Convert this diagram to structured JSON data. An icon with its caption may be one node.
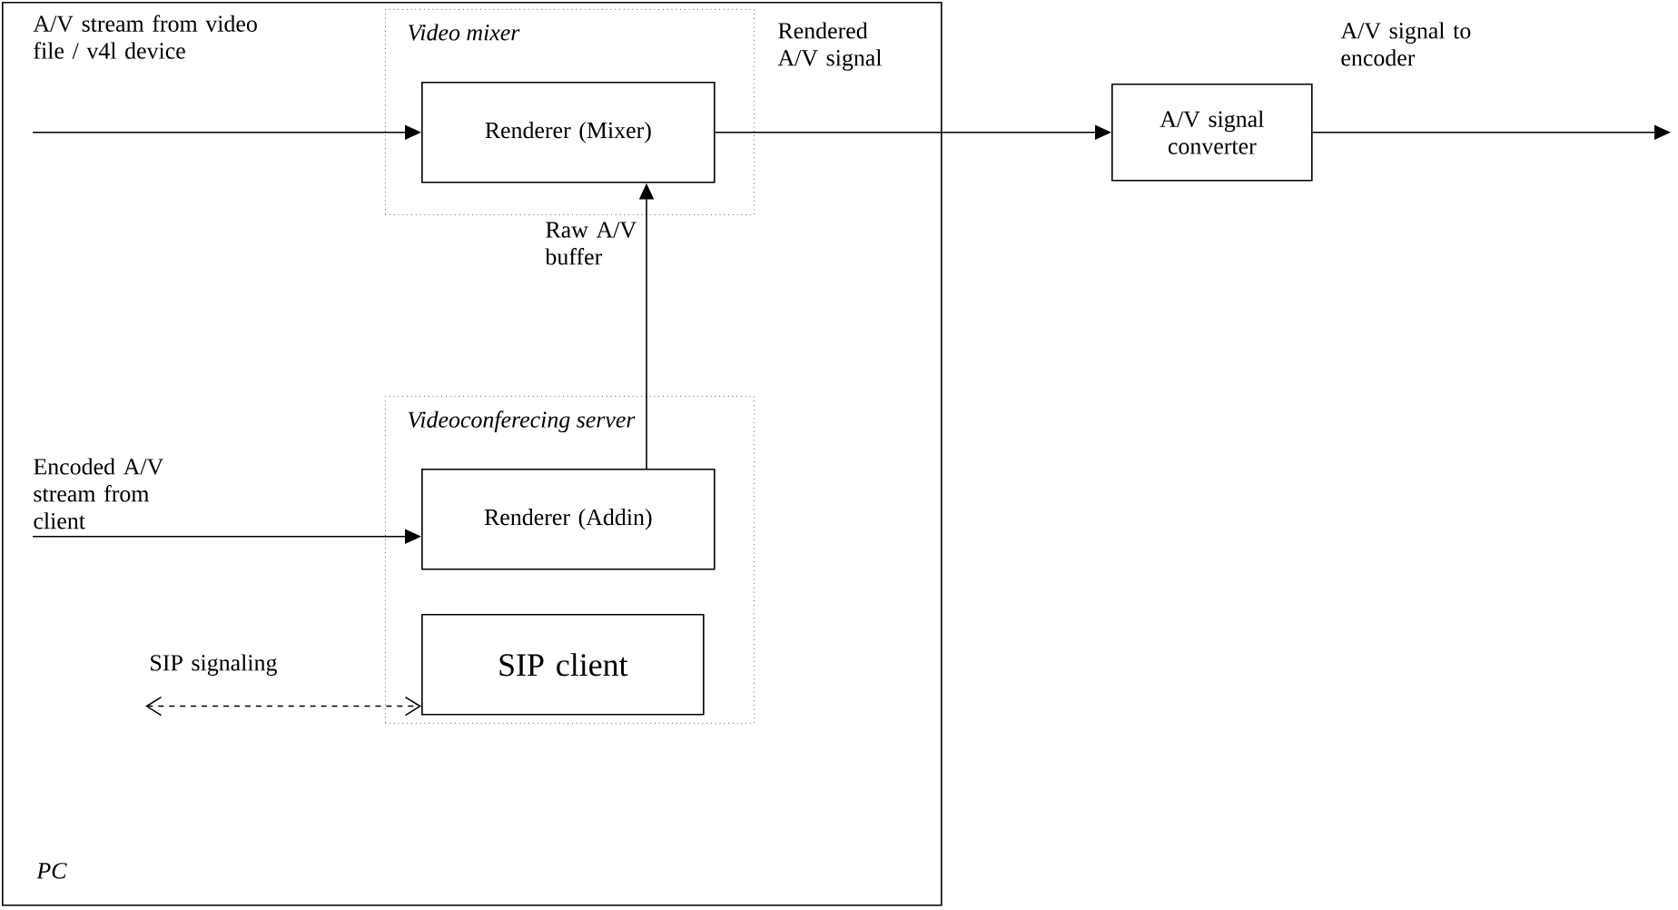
{
  "diagram": {
    "nodes": [
      {
        "text": [
          "*PC*"
        ]
      },
      {
        "text": [
          "*Video mixer*"
        ],
        "in": 0
      },
      {
        "text": [
          "Renderer (Mixer)"
        ],
        "in": 1
      },
      {
        "text": [
          "*Videoconferecing server*"
        ],
        "in": 0
      },
      {
        "text": [
          "Renderer (Addin)"
        ],
        "in": 3
      },
      {
        "text": [
          "SIP client"
        ],
        "in": 3
      },
      {
        "text": [
          "A/V signal converter"
        ]
      },
      {
        "text": [
          "A/V stream from video file / v4l device"
        ],
        "in": 0
      },
      {
        "text": [
          "Encoded A/V stream from client"
        ],
        "in": 0
      }
    ],
    "edges": [
      {
        "from": 7,
        "to": 2,
        "arrow": "to"
      },
      {
        "from": 2,
        "to": 6,
        "arrow": "to",
        "label": "Rendered A/V signal"
      },
      {
        "from": 6,
        "to": null,
        "arrow": "to",
        "label": "A/V signal to encoder"
      },
      {
        "from": 4,
        "to": 2,
        "arrow": "to",
        "label": "Raw A/V buffer"
      },
      {
        "from": 8,
        "to": 4,
        "arrow": "to"
      },
      {
        "from": null,
        "to": 5,
        "arrow": "both",
        "style": "dashed",
        "label": "SIP signaling"
      }
    ]
  }
}
